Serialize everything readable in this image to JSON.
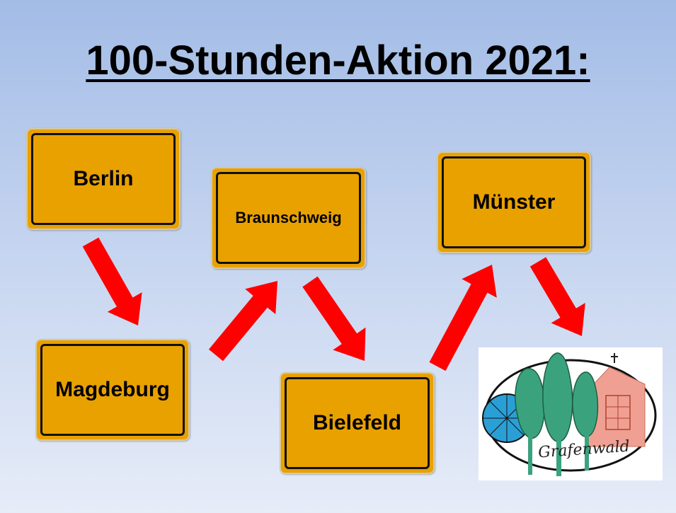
{
  "title": "100-Stunden-Aktion 2021:",
  "signs": {
    "berlin": "Berlin",
    "magdeburg": "Magdeburg",
    "braunschweig": "Braunschweig",
    "bielefeld": "Bielefeld",
    "muenster": "Münster"
  },
  "logo": {
    "text": "Grafenwald",
    "icons": [
      "bicycle-wheel-icon",
      "tree-icon",
      "church-icon"
    ]
  },
  "colors": {
    "sign_fill": "#e9a100",
    "sign_border": "#111111",
    "arrow": "#ff0000",
    "background_top": "#a3bce6",
    "background_bottom": "#e6ecf8"
  }
}
